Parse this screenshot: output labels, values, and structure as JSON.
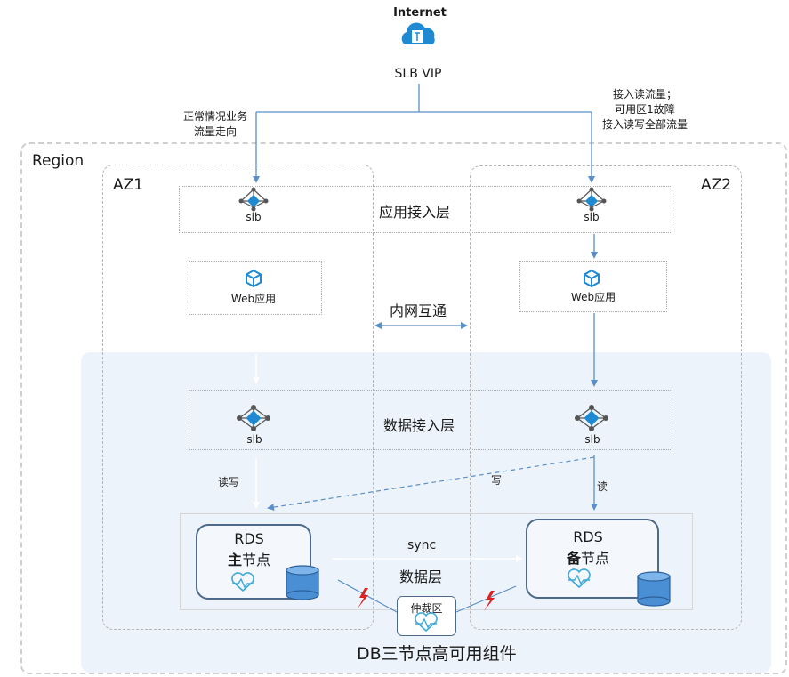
{
  "internet": {
    "label": "Internet"
  },
  "slb_vip": {
    "label": "SLB VIP"
  },
  "flow_notes": {
    "left": [
      "正常情况业务",
      "流量走向"
    ],
    "right": [
      "接入读流量；",
      "可用区1故障",
      "接入读写全部流量"
    ]
  },
  "region": {
    "label": "Region"
  },
  "az1": {
    "label": "AZ1"
  },
  "az2": {
    "label": "AZ2"
  },
  "layers": {
    "app_access": "应用接入层",
    "intranet": "内网互通",
    "data_access": "数据接入层",
    "data_layer": "数据层",
    "ha_component": "DB三节点高可用组件"
  },
  "nodes": {
    "slb_label": "slb",
    "web_app_label": "Web应用"
  },
  "rds": {
    "title": "RDS",
    "primary_prefix": "主",
    "standby_prefix": "备",
    "node_suffix": "节点"
  },
  "arbiter": {
    "label": "仲裁区"
  },
  "edges": {
    "read_write": "读写",
    "write": "写",
    "read": "读",
    "sync": "sync"
  },
  "colors": {
    "arrow_blue": "#5b8fc7",
    "ha_bg": "#eef4fb",
    "icon_blue": "#1f8ad2",
    "rds_border": "#4d6a8a",
    "lightning_red": "#e02020"
  }
}
